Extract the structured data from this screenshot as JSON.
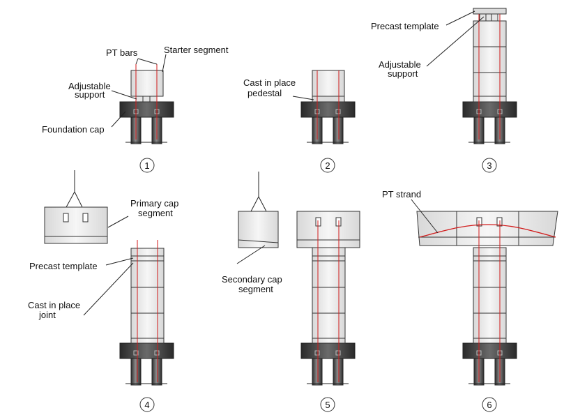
{
  "steps": [
    {
      "number": "1",
      "labels": {
        "pt_bars": "PT bars",
        "starter_segment": "Starter segment",
        "adjustable_support_1": "Adjustable",
        "adjustable_support_2": "support",
        "foundation_cap": "Foundation cap"
      }
    },
    {
      "number": "2",
      "labels": {
        "cast_pedestal_1": "Cast in place",
        "cast_pedestal_2": "pedestal"
      }
    },
    {
      "number": "3",
      "labels": {
        "precast_template": "Precast template",
        "adjustable_support_1": "Adjustable",
        "adjustable_support_2": "support"
      }
    },
    {
      "number": "4",
      "labels": {
        "primary_cap_1": "Primary cap",
        "primary_cap_2": "segment",
        "precast_template": "Precast template",
        "cast_joint_1": "Cast in place",
        "cast_joint_2": "joint"
      }
    },
    {
      "number": "5",
      "labels": {
        "secondary_cap_1": "Secondary cap",
        "secondary_cap_2": "segment"
      }
    },
    {
      "number": "6",
      "labels": {
        "pt_strand": "PT strand"
      }
    }
  ],
  "colors": {
    "pile": "#555555",
    "cap": "#3a3a3a",
    "segment_fill": "#eeeeee",
    "outline": "#333333",
    "tendon": "#d11a1a"
  }
}
